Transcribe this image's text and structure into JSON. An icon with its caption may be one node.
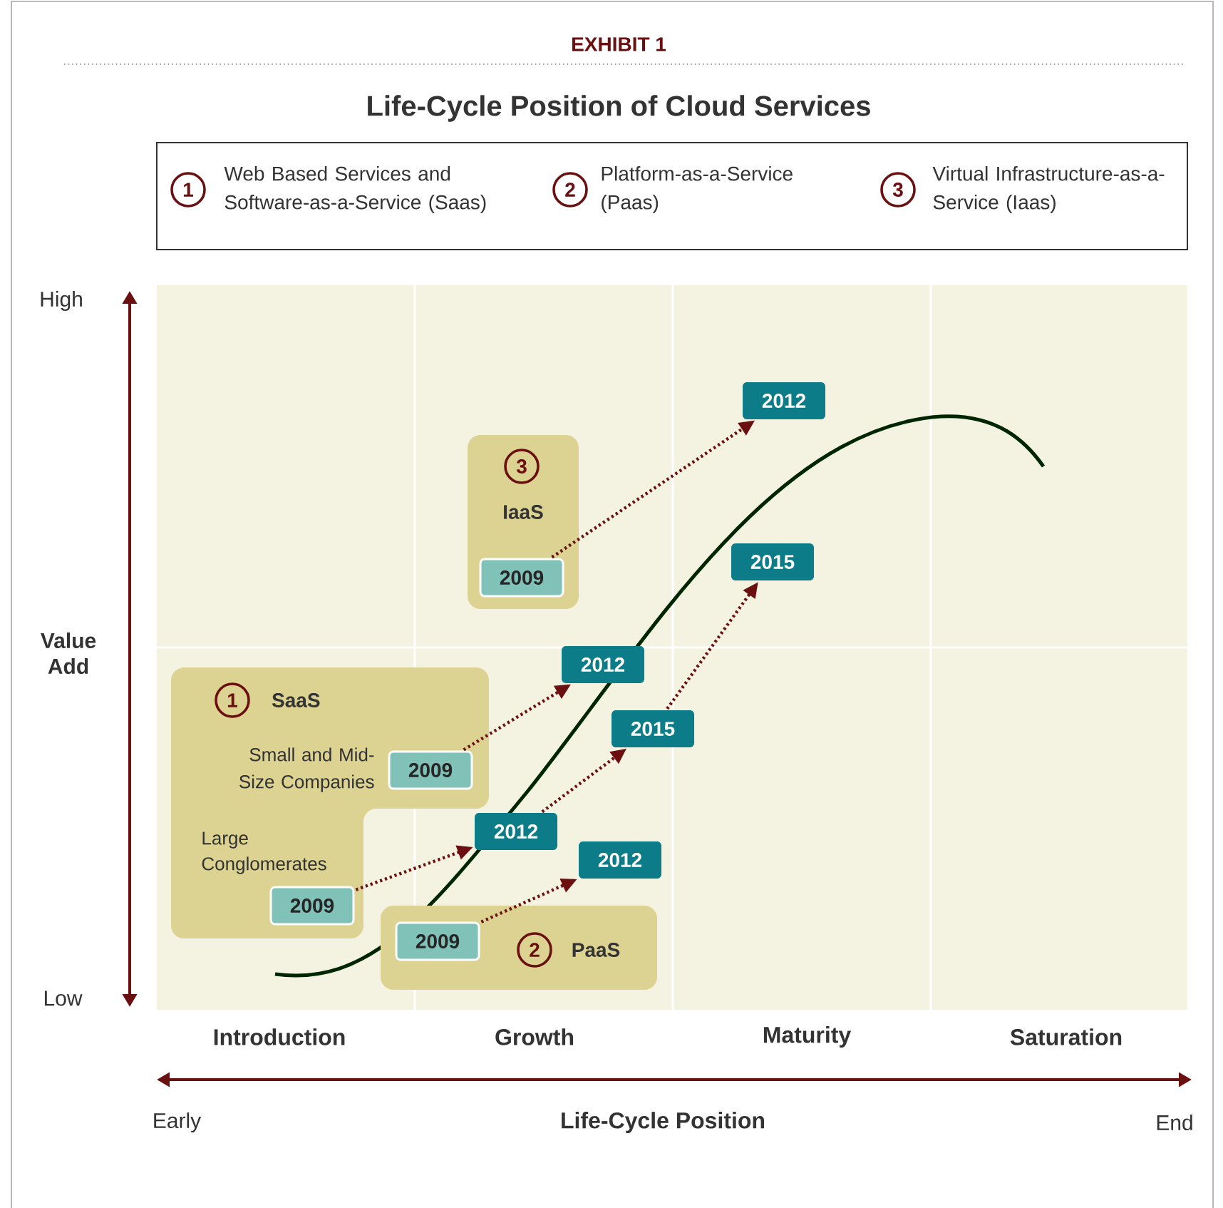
{
  "diagram": {
    "title": "Life-Cycle Position of Cloud Services",
    "nodes": [
      {
        "text": [],
        "shape": "box"
      },
      {
        "text": [
          "1"
        ],
        "in": 0,
        "beside": [
          "Web Based Services and Software-as-a-Service (Saas)"
        ]
      },
      {
        "text": [
          "2"
        ],
        "in": 0,
        "beside": [
          "Platform-as-a-Service (Paas)"
        ]
      },
      {
        "text": [
          "3"
        ],
        "in": 0,
        "beside": [
          "Virtual Infrastructure-as-a-Service (Iaas)"
        ]
      },
      {
        "text": [
          "IaaS"
        ]
      },
      {
        "text": [
          "3"
        ],
        "in": 4
      },
      {
        "text": [
          "2009"
        ],
        "in": 4
      },
      {
        "text": [
          "2012"
        ]
      },
      {
        "text": [
          "2015"
        ]
      },
      {
        "text": [
          "SaaS",
          "Small and Mid-Size Companies",
          "Large Conglomerates"
        ]
      },
      {
        "text": [
          "1"
        ],
        "in": 9
      },
      {
        "text": [
          "2009"
        ],
        "in": 9
      },
      {
        "text": [
          "2012"
        ]
      },
      {
        "text": [
          "2015"
        ]
      },
      {
        "text": [
          "2012"
        ]
      },
      {
        "text": [
          "2009"
        ],
        "in": 9
      },
      {
        "text": [
          "2012"
        ]
      },
      {
        "text": [
          "PaaS"
        ]
      },
      {
        "text": [
          "2009"
        ],
        "in": 17
      },
      {
        "text": [
          "2"
        ],
        "in": 17
      }
    ],
    "edges": [
      {
        "from": 6,
        "to": 7,
        "arrow": "to"
      },
      {
        "from": 11,
        "to": 12,
        "arrow": "to"
      },
      {
        "from": 15,
        "to": 14,
        "arrow": "to"
      },
      {
        "from": 14,
        "to": 13,
        "arrow": "to"
      },
      {
        "from": 13,
        "to": 8,
        "arrow": "to"
      },
      {
        "from": 18,
        "to": 16,
        "arrow": "to"
      }
    ],
    "labels": [
      "EXHIBIT 1",
      "High",
      "Value Add",
      "Low",
      "Introduction",
      "Growth",
      "Maturity",
      "Saturation",
      "Early",
      "Life-Cycle Position",
      "End"
    ]
  }
}
